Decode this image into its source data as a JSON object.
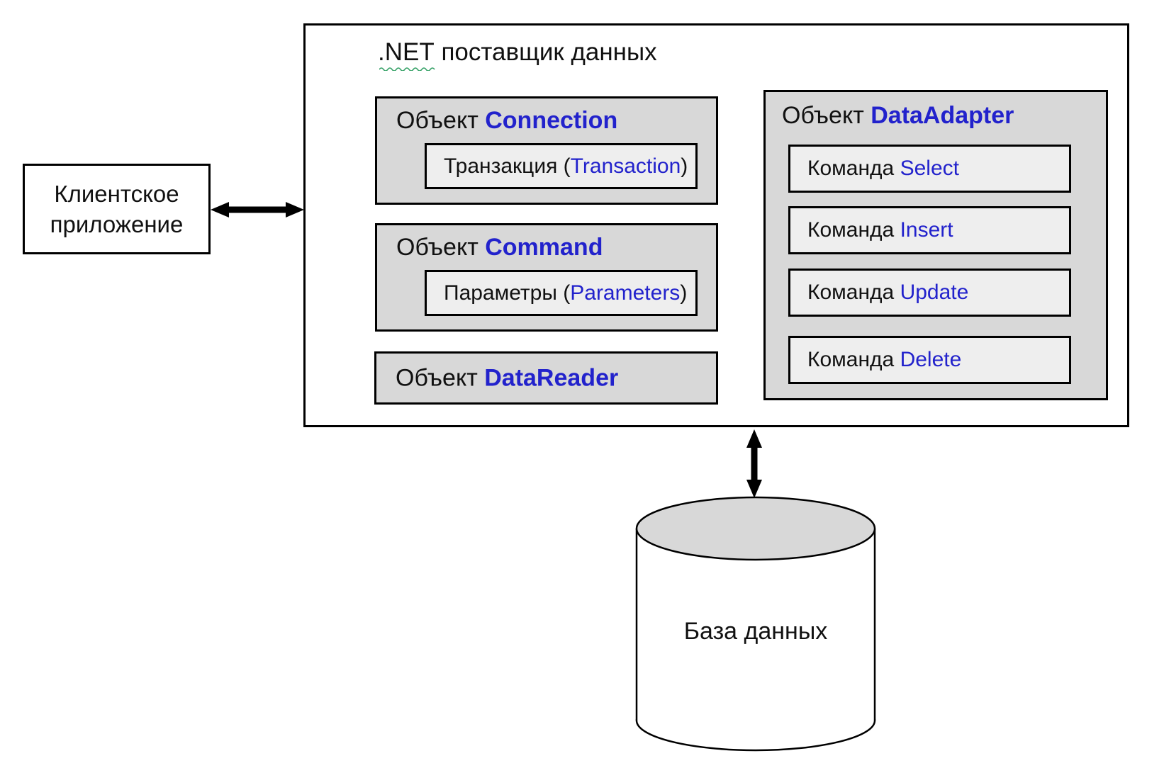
{
  "colors": {
    "background": "#ffffff",
    "box_fill_grey": "#d8d8d8",
    "inner_box_fill": "#eeeeee",
    "accent_blue": "#2222cc",
    "border_black": "#000000",
    "squiggle_green": "#3aa36a"
  },
  "client": {
    "label": "Клиентское\nприложение"
  },
  "provider": {
    "title_net": ".NET",
    "title_rest": "поставщик данных",
    "objects": [
      {
        "prefix": "Объект",
        "name": "Connection",
        "child_label": "Транзакция (",
        "child_name": "Transaction",
        "child_close": ")"
      },
      {
        "prefix": "Объект",
        "name": "Command",
        "child_label": "Параметры (",
        "child_name": "Parameters",
        "child_close": ")"
      },
      {
        "prefix": "Объект",
        "name": "DataReader"
      }
    ],
    "adapter": {
      "prefix": "Объект",
      "name": "DataAdapter",
      "commands": [
        {
          "prefix": "Команда",
          "name": "Select"
        },
        {
          "prefix": "Команда",
          "name": "Insert"
        },
        {
          "prefix": "Команда",
          "name": "Update"
        },
        {
          "prefix": "Команда",
          "name": "Delete"
        }
      ]
    }
  },
  "database": {
    "label": "База данных"
  }
}
